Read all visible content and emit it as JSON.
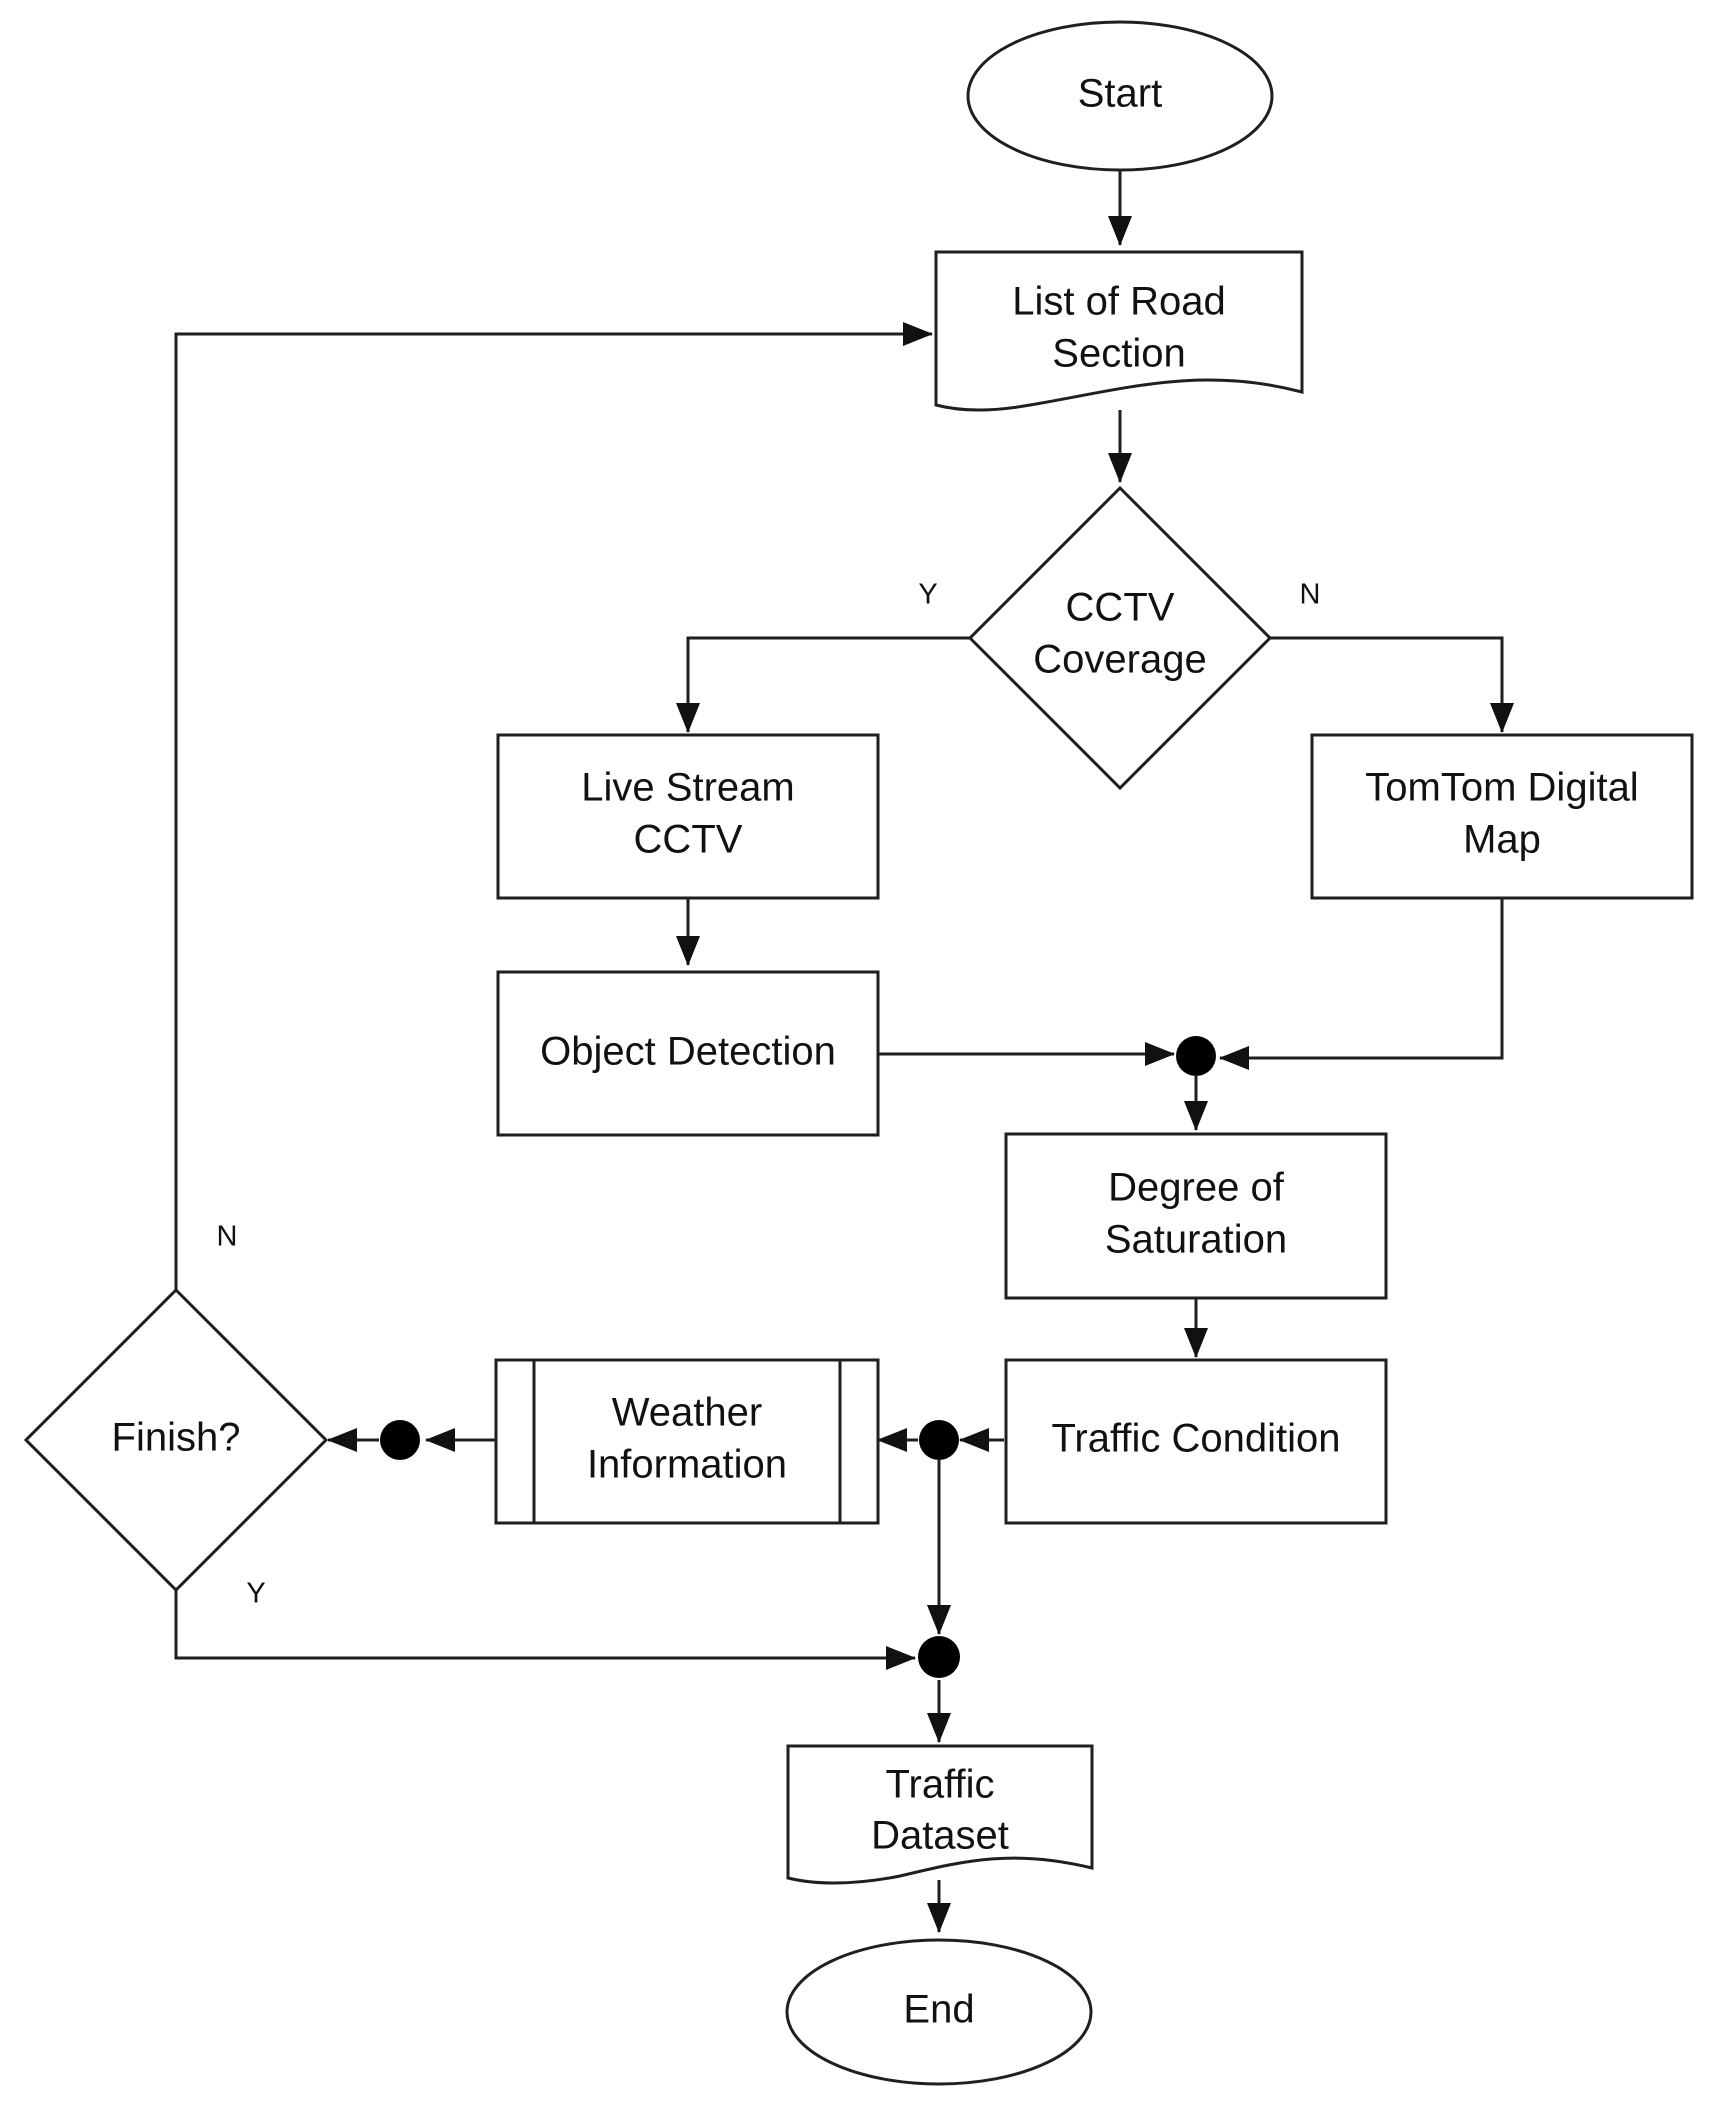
{
  "nodes": {
    "start": {
      "label": [
        "Start"
      ]
    },
    "road_list": {
      "label": [
        "List of Road",
        "Section"
      ]
    },
    "cctv": {
      "label": [
        "CCTV",
        "Coverage"
      ]
    },
    "live_stream": {
      "label": [
        "Live Stream",
        "CCTV"
      ]
    },
    "tomtom": {
      "label": [
        "TomTom Digital",
        "Map"
      ]
    },
    "object_detection": {
      "label": [
        "Object Detection"
      ]
    },
    "saturation": {
      "label": [
        "Degree of",
        "Saturation"
      ]
    },
    "traffic_condition": {
      "label": [
        "Traffic Condition"
      ]
    },
    "weather": {
      "label": [
        "Weather",
        "Information"
      ]
    },
    "finish": {
      "label": [
        "Finish?"
      ]
    },
    "dataset": {
      "label": [
        "Traffic",
        "Dataset"
      ]
    },
    "end": {
      "label": [
        "End"
      ]
    }
  },
  "edge_labels": {
    "cctv_yes": "Y",
    "cctv_no": "N",
    "finish_no": "N",
    "finish_yes": "Y"
  }
}
